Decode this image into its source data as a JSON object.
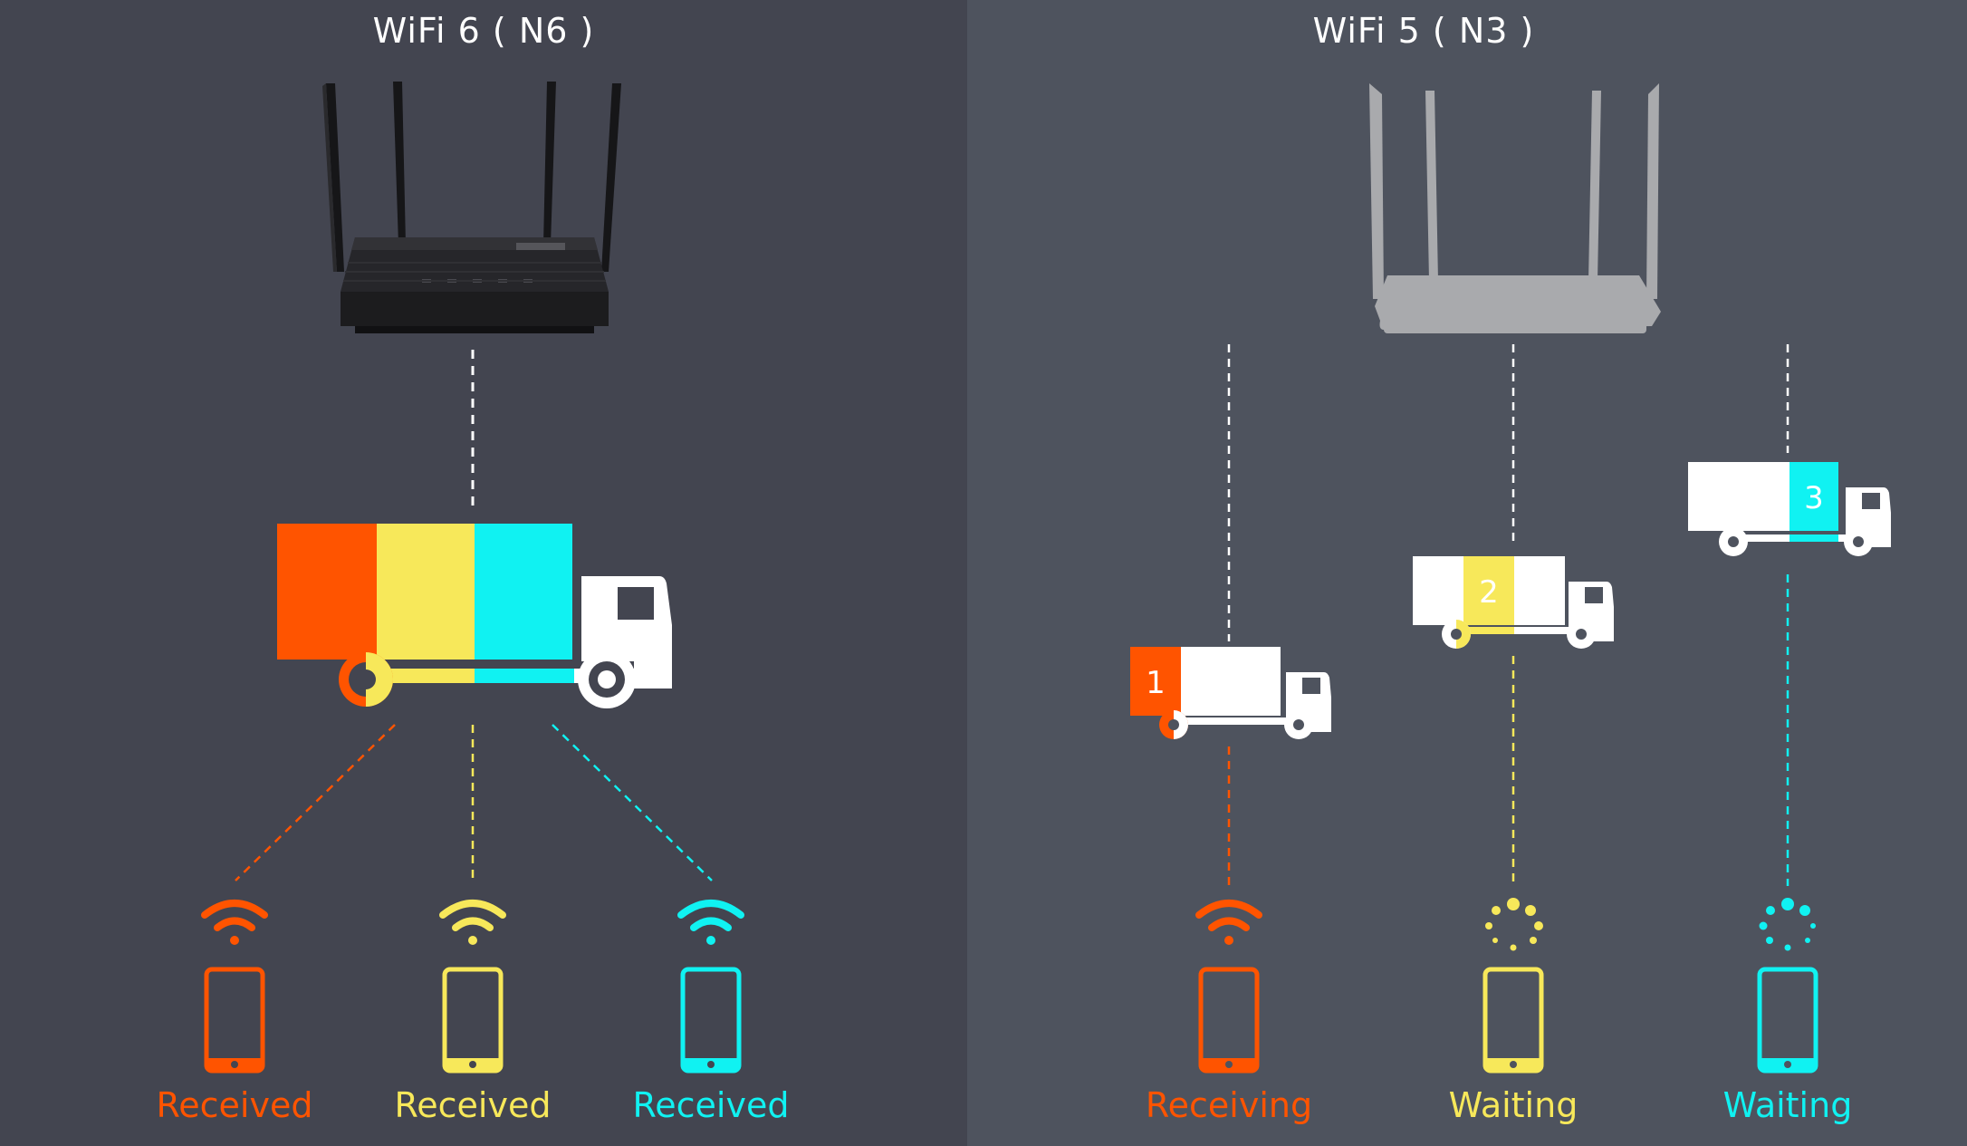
{
  "colors": {
    "left_bg": "#434550",
    "right_bg": "#4e535e",
    "orange": "#ff5400",
    "yellow": "#f7e85a",
    "cyan": "#10f2f2",
    "white": "#ffffff",
    "router_dark": "#1c1c1e",
    "router_gray": "#a9aaad"
  },
  "left": {
    "title": "WiFi 6 ( N6 )",
    "statuses": [
      "Received",
      "Received",
      "Received"
    ]
  },
  "right": {
    "title": "WiFi 5 ( N3 )",
    "statuses": [
      "Receiving",
      "Waiting",
      "Waiting"
    ],
    "truck_numbers": [
      "1",
      "2",
      "3"
    ]
  },
  "icons": [
    "router-icon",
    "truck-icon",
    "wifi-icon",
    "phone-icon",
    "loading-icon"
  ]
}
